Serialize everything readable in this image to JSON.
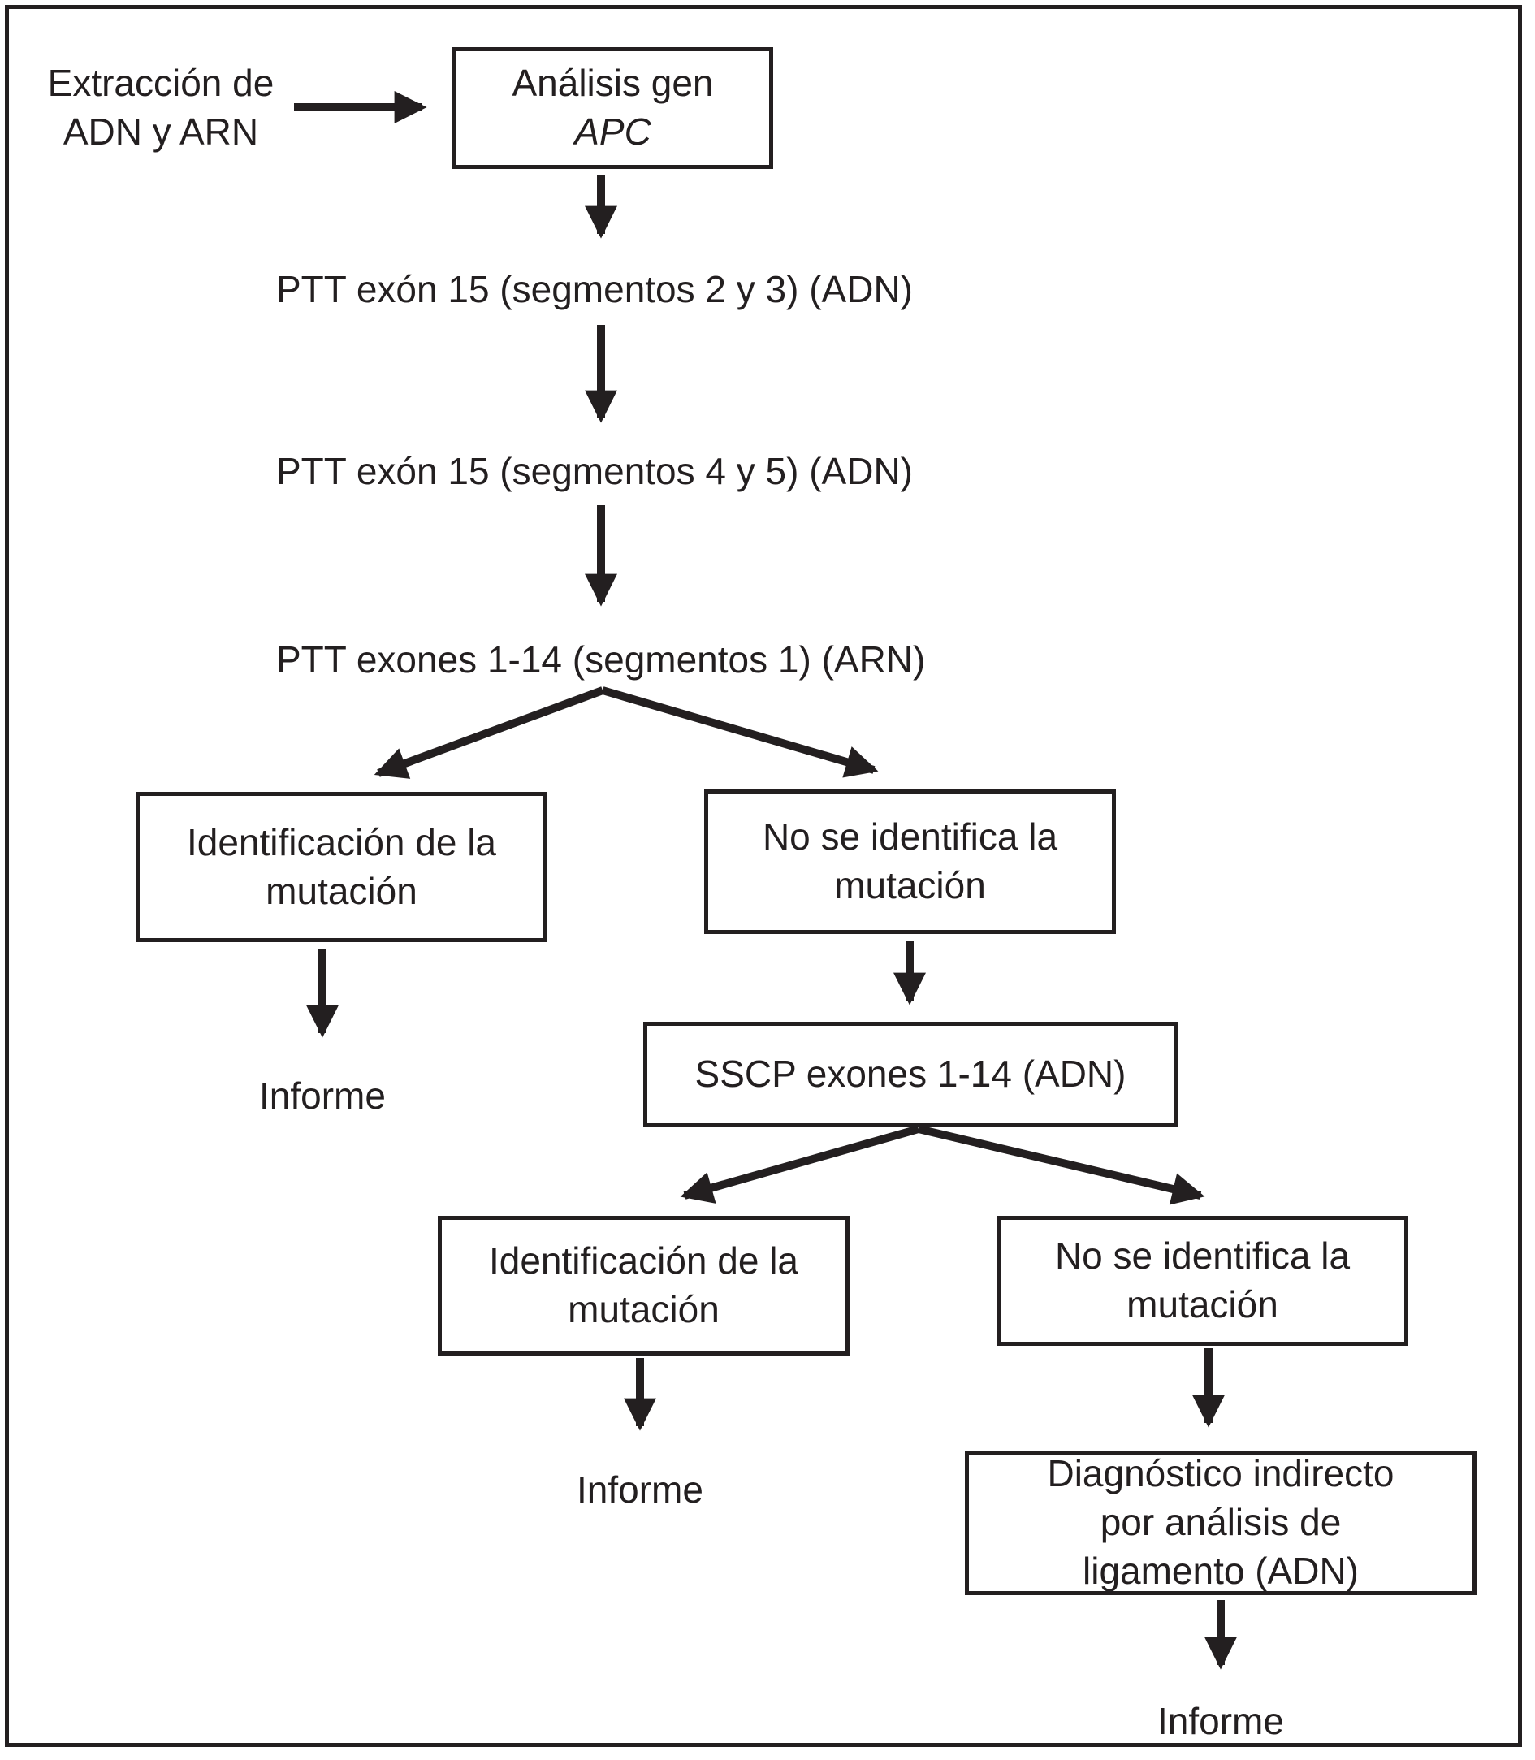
{
  "figure": {
    "background": "#ffffff",
    "ink_color": "#231f20",
    "nodes": {
      "extraction_label": {
        "lines": [
          "Extracción de",
          "ADN y ARN"
        ]
      },
      "apc_box": {
        "line1": "Análisis gen",
        "gene": "APC"
      },
      "step_ptt_2_3": "PTT exón 15 (segmentos 2 y 3) (ADN)",
      "step_ptt_4_5": "PTT exón 15 (segmentos 4 y 5) (ADN)",
      "step_ptt_1_14": "PTT exones 1-14 (segmentos 1) (ARN)",
      "mutation_identified_1": {
        "lines": [
          "Identificación de la",
          "mutación"
        ]
      },
      "mutation_not_identified_1": {
        "lines": [
          "No se identifica la",
          "mutación"
        ]
      },
      "report_1": "Informe",
      "sscp_box": "SSCP exones 1-14 (ADN)",
      "mutation_identified_2": {
        "lines": [
          "Identificación de la",
          "mutación"
        ]
      },
      "mutation_not_identified_2": {
        "lines": [
          "No se identifica la",
          "mutación"
        ]
      },
      "report_2": "Informe",
      "linkage_box": {
        "lines": [
          "Diagnóstico indirecto",
          "por análisis de",
          "ligamento (ADN)"
        ]
      },
      "report_3": "Informe"
    }
  }
}
